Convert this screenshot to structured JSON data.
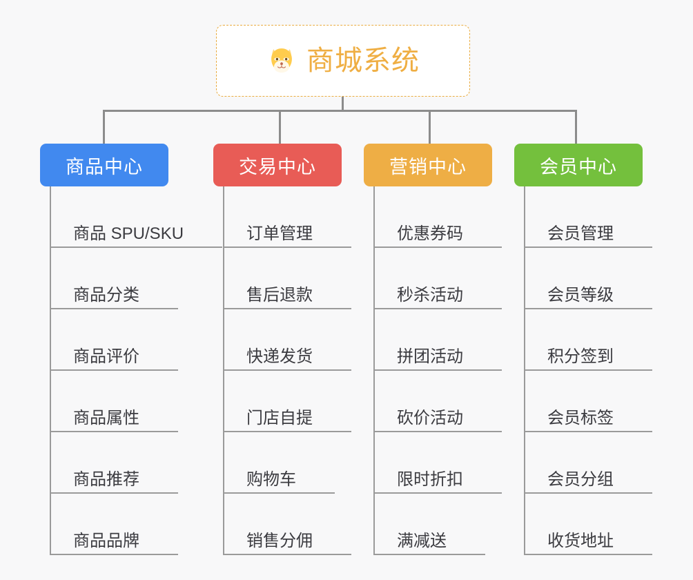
{
  "page": {
    "background_color": "#f8f8f9",
    "title": "商城系统"
  },
  "root": {
    "icon": "dog-face-emoji",
    "label": "商城系统",
    "text_color": "#efae43",
    "border_color": "#e9ab3e",
    "background_color": "#ffffff"
  },
  "branches": [
    {
      "label": "商品中心",
      "color": "#4189ef",
      "items": [
        "商品 SPU/SKU",
        "商品分类",
        "商品评价",
        "商品属性",
        "商品推荐",
        "商品品牌"
      ]
    },
    {
      "label": "交易中心",
      "color": "#e85c56",
      "items": [
        "订单管理",
        "售后退款",
        "快递发货",
        "门店自提",
        "购物车",
        "销售分佣"
      ]
    },
    {
      "label": "营销中心",
      "color": "#eeae45",
      "items": [
        "优惠券码",
        "秒杀活动",
        "拼团活动",
        "砍价活动",
        "限时折扣",
        "满减送"
      ]
    },
    {
      "label": "会员中心",
      "color": "#74c03d",
      "items": [
        "会员管理",
        "会员等级",
        "积分签到",
        "会员标签",
        "会员分组",
        "收货地址"
      ]
    }
  ],
  "connector_color": "#8c8c8c",
  "leaf_line_color": "#9a9a9a",
  "leaf_text_color": "#3b3b40"
}
